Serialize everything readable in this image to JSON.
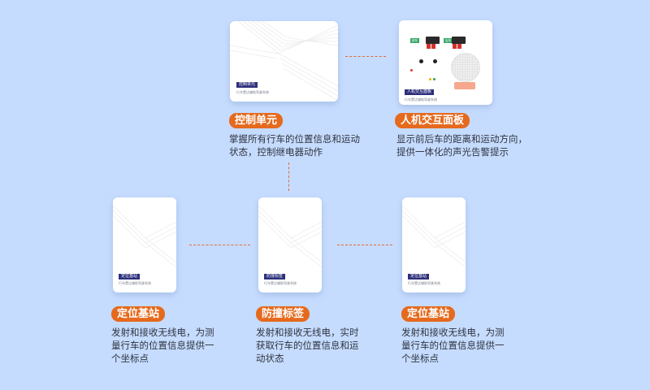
{
  "nodes": {
    "control_unit": {
      "title": "控制单元",
      "desc": [
        "掌握所有行车的位置信息和运动",
        "状态，控制继电器动作"
      ],
      "device_label": "控制单元",
      "device_sub": "行车置达辅助驾驶系统"
    },
    "hmi_panel": {
      "title": "人机交互面板",
      "desc": [
        "显示前后车的距离和运动方向，",
        "提供一体化的声光告警提示"
      ],
      "device_label": "人机交互面板",
      "device_sub": "行车置达辅助驾驶系统"
    },
    "base_station_left": {
      "title": "定位基站",
      "desc": [
        "发射和接收无线电，为测",
        "量行车的位置信息提供一",
        "个坐标点"
      ],
      "device_label": "定位基站",
      "device_sub": "行车置达辅助驾驶系统"
    },
    "anti_collision_tag": {
      "title": "防撞标签",
      "desc": [
        "发射和接收无线电，实时",
        "获取行车的位置信息和运",
        "动状态"
      ],
      "device_label": "防撞标签",
      "device_sub": "行车置达辅助驾驶系统"
    },
    "base_station_right": {
      "title": "定位基站",
      "desc": [
        "发射和接收无线电，为测",
        "量行车的位置信息提供一",
        "个坐标点"
      ],
      "device_label": "定位基站",
      "device_sub": "行车置达辅助驾驶系统"
    }
  },
  "colors": {
    "background": "#c6dcff",
    "badge": "#e56a1e",
    "connector": "#e0693a",
    "device_label": "#2d2f7c"
  }
}
